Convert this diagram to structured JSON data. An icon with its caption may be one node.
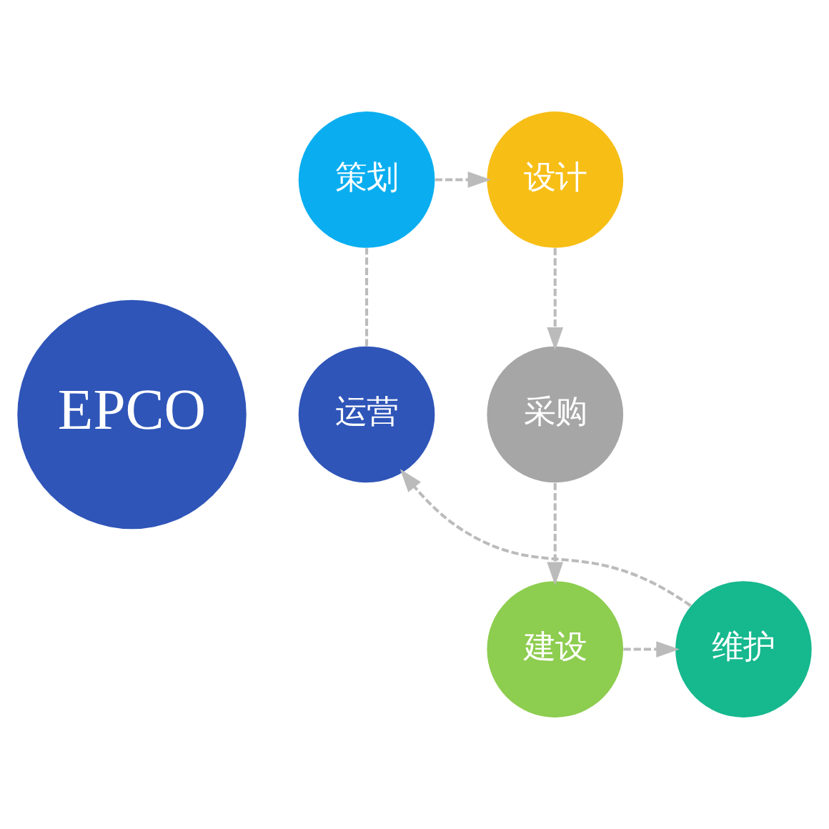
{
  "diagram": {
    "nodes": [
      {
        "text": [
          "EPCO"
        ]
      },
      {
        "text": [
          "策划"
        ]
      },
      {
        "text": [
          "设计"
        ]
      },
      {
        "text": [
          "采购"
        ]
      },
      {
        "text": [
          "建设"
        ]
      },
      {
        "text": [
          "维护"
        ]
      },
      {
        "text": [
          "运营"
        ]
      }
    ],
    "edges": [
      {
        "from": 1,
        "to": 2,
        "arrow": "to",
        "style": "dashed"
      },
      {
        "from": 2,
        "to": 3,
        "arrow": "to",
        "style": "dashed"
      },
      {
        "from": 3,
        "to": 4,
        "arrow": "to",
        "style": "dashed"
      },
      {
        "from": 4,
        "to": 5,
        "arrow": "to",
        "style": "dashed"
      },
      {
        "from": 5,
        "to": 6,
        "arrow": "to",
        "style": "dashed"
      },
      {
        "from": 6,
        "to": 1,
        "arrow": "none",
        "style": "dashed"
      }
    ]
  }
}
